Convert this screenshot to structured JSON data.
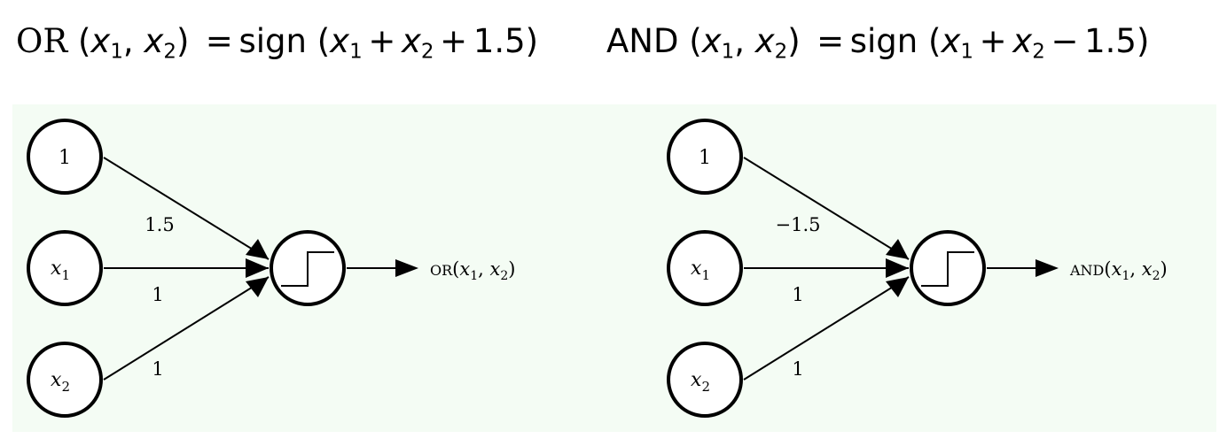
{
  "formulas": {
    "or": {
      "name": "OR",
      "args_open": " (",
      "var1": "x",
      "sub1": "1",
      "comma": ", ",
      "var2": "x",
      "sub2": "2",
      "args_close": ") ",
      "eq": "=",
      "fn": "sign",
      "open": " (",
      "a": "x",
      "asub": "1",
      "plus1": "+",
      "b": "x",
      "bsub": "2",
      "op2": "+",
      "const": "1.5",
      "close": ")"
    },
    "and": {
      "name": "AND",
      "args_open": " (",
      "var1": "x",
      "sub1": "1",
      "comma": ", ",
      "var2": "x",
      "sub2": "2",
      "args_close": ") ",
      "eq": "=",
      "fn": "sign",
      "open": " (",
      "a": "x",
      "asub": "1",
      "plus1": "+",
      "b": "x",
      "bsub": "2",
      "op2": "−",
      "const": "1.5",
      "close": ")"
    }
  },
  "networks": [
    {
      "id": "or",
      "inputs": [
        {
          "label": "1",
          "sub": ""
        },
        {
          "label": "x",
          "sub": "1"
        },
        {
          "label": "x",
          "sub": "2"
        }
      ],
      "weights": [
        "1.5",
        "1",
        "1"
      ],
      "output": {
        "name": "OR",
        "open": "(",
        "v1": "x",
        "s1": "1",
        "comma": ", ",
        "v2": "x",
        "s2": "2",
        "close": ")"
      }
    },
    {
      "id": "and",
      "inputs": [
        {
          "label": "1",
          "sub": ""
        },
        {
          "label": "x",
          "sub": "1"
        },
        {
          "label": "x",
          "sub": "2"
        }
      ],
      "weights": [
        "−1.5",
        "1",
        "1"
      ],
      "output": {
        "name": "AND",
        "open": "(",
        "v1": "x",
        "s1": "1",
        "comma": ", ",
        "v2": "x",
        "s2": "2",
        "close": ")"
      }
    }
  ],
  "colors": {
    "panel_background": "#f4fcf4",
    "stroke": "#000000"
  }
}
